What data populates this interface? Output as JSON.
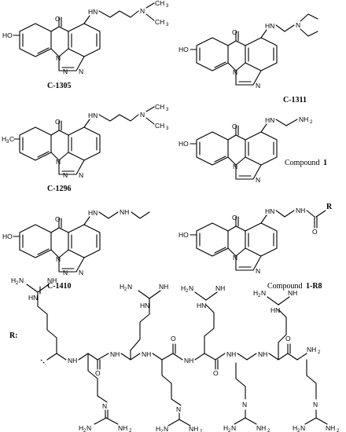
{
  "compounds": [
    {
      "label": "C-1305"
    },
    {
      "label": "C-1311"
    },
    {
      "label": "C-1296"
    },
    {
      "label": "Compound",
      "number": "1"
    },
    {
      "label": "C-1410"
    },
    {
      "label": "Compound",
      "number": "1-R8"
    }
  ],
  "atoms": {
    "HO": "HO",
    "O": "O",
    "HN": "HN",
    "NH": "NH",
    "N": "N",
    "NH2": "NH",
    "H2N": "H",
    "two": "2",
    "H3C": "H",
    "three": "3",
    "C": "C",
    "CH": "CH",
    "R": "R"
  },
  "peptide_label": "R:",
  "colors": {
    "ink": "#000000",
    "background": "#ffffff"
  }
}
